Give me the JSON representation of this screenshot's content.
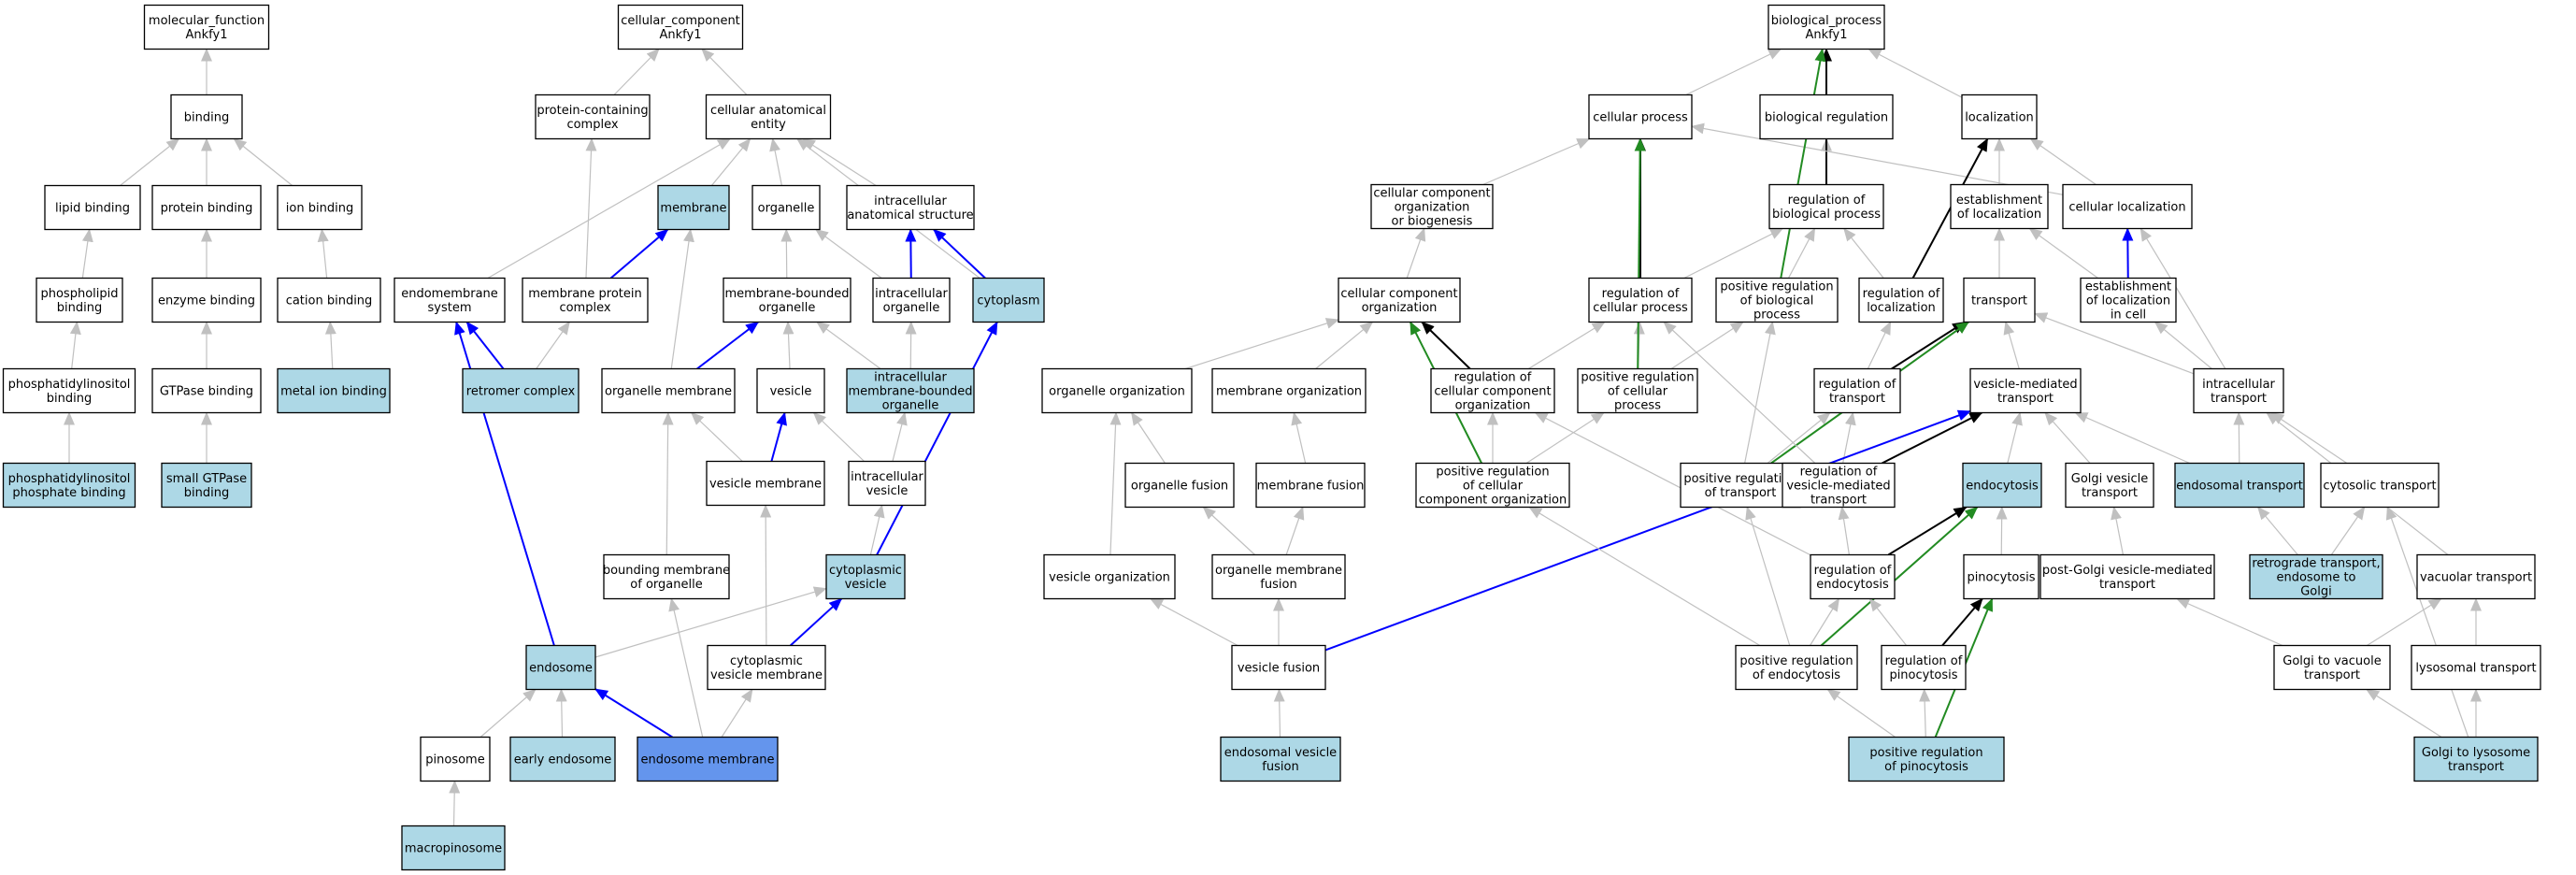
{
  "colors": {
    "white": "#ffffff",
    "light": "#add8e6",
    "dark": "#6495ed",
    "edge_gray": "#c0c0c0",
    "edge_black": "#000000",
    "edge_blue": "#0000ff",
    "edge_green": "#228b22"
  },
  "nodes": [
    {
      "id": "mf",
      "lines": [
        "molecular_function",
        "Ankfy1"
      ],
      "fill": "white"
    },
    {
      "id": "binding",
      "lines": [
        "binding"
      ],
      "fill": "white"
    },
    {
      "id": "lipid_binding",
      "lines": [
        "lipid binding"
      ],
      "fill": "white"
    },
    {
      "id": "protein_binding",
      "lines": [
        "protein binding"
      ],
      "fill": "white"
    },
    {
      "id": "ion_binding",
      "lines": [
        "ion binding"
      ],
      "fill": "white"
    },
    {
      "id": "phospholipid_binding",
      "lines": [
        "phospholipid",
        "binding"
      ],
      "fill": "white"
    },
    {
      "id": "enzyme_binding",
      "lines": [
        "enzyme binding"
      ],
      "fill": "white"
    },
    {
      "id": "cation_binding",
      "lines": [
        "cation binding"
      ],
      "fill": "white"
    },
    {
      "id": "ptdins_binding",
      "lines": [
        "phosphatidylinositol",
        "binding"
      ],
      "fill": "white"
    },
    {
      "id": "gtpase_binding",
      "lines": [
        "GTPase binding"
      ],
      "fill": "white"
    },
    {
      "id": "metal_ion_binding",
      "lines": [
        "metal ion binding"
      ],
      "fill": "light"
    },
    {
      "id": "ptdins_p_binding",
      "lines": [
        "phosphatidylinositol",
        "phosphate binding"
      ],
      "fill": "light"
    },
    {
      "id": "small_gtpase_binding",
      "lines": [
        "small GTPase",
        "binding"
      ],
      "fill": "light"
    },
    {
      "id": "cc",
      "lines": [
        "cellular_component",
        "Ankfy1"
      ],
      "fill": "white"
    },
    {
      "id": "protein_complex",
      "lines": [
        "protein-containing",
        "complex"
      ],
      "fill": "white"
    },
    {
      "id": "cae",
      "lines": [
        "cellular anatomical",
        "entity"
      ],
      "fill": "white"
    },
    {
      "id": "membrane",
      "lines": [
        "membrane"
      ],
      "fill": "light"
    },
    {
      "id": "organelle",
      "lines": [
        "organelle"
      ],
      "fill": "white"
    },
    {
      "id": "ias",
      "lines": [
        "intracellular",
        "anatomical structure"
      ],
      "fill": "white"
    },
    {
      "id": "endomembrane",
      "lines": [
        "endomembrane",
        "system"
      ],
      "fill": "white"
    },
    {
      "id": "mpc",
      "lines": [
        "membrane protein",
        "complex"
      ],
      "fill": "white"
    },
    {
      "id": "mbo",
      "lines": [
        "membrane-bounded",
        "organelle"
      ],
      "fill": "white"
    },
    {
      "id": "io",
      "lines": [
        "intracellular",
        "organelle"
      ],
      "fill": "white"
    },
    {
      "id": "cytoplasm",
      "lines": [
        "cytoplasm"
      ],
      "fill": "light"
    },
    {
      "id": "retromer",
      "lines": [
        "retromer complex"
      ],
      "fill": "light"
    },
    {
      "id": "org_membrane",
      "lines": [
        "organelle membrane"
      ],
      "fill": "white"
    },
    {
      "id": "vesicle",
      "lines": [
        "vesicle"
      ],
      "fill": "white"
    },
    {
      "id": "imbo",
      "lines": [
        "intracellular",
        "membrane-bounded",
        "organelle"
      ],
      "fill": "light"
    },
    {
      "id": "vesicle_membrane",
      "lines": [
        "vesicle membrane"
      ],
      "fill": "white"
    },
    {
      "id": "ic_vesicle",
      "lines": [
        "intracellular",
        "vesicle"
      ],
      "fill": "white"
    },
    {
      "id": "bounding_membrane",
      "lines": [
        "bounding membrane",
        "of organelle"
      ],
      "fill": "white"
    },
    {
      "id": "cyto_vesicle",
      "lines": [
        "cytoplasmic",
        "vesicle"
      ],
      "fill": "light"
    },
    {
      "id": "endosome",
      "lines": [
        "endosome"
      ],
      "fill": "light"
    },
    {
      "id": "cvm",
      "lines": [
        "cytoplasmic",
        "vesicle membrane"
      ],
      "fill": "white"
    },
    {
      "id": "pinosome",
      "lines": [
        "pinosome"
      ],
      "fill": "white"
    },
    {
      "id": "early_endosome",
      "lines": [
        "early endosome"
      ],
      "fill": "light"
    },
    {
      "id": "endosome_membrane",
      "lines": [
        "endosome membrane"
      ],
      "fill": "dark"
    },
    {
      "id": "macropinosome",
      "lines": [
        "macropinosome"
      ],
      "fill": "light"
    },
    {
      "id": "bp",
      "lines": [
        "biological_process",
        "Ankfy1"
      ],
      "fill": "white"
    },
    {
      "id": "cellular_process",
      "lines": [
        "cellular process"
      ],
      "fill": "white"
    },
    {
      "id": "bio_reg",
      "lines": [
        "biological regulation"
      ],
      "fill": "white"
    },
    {
      "id": "localization",
      "lines": [
        "localization"
      ],
      "fill": "white"
    },
    {
      "id": "cco_biogenesis",
      "lines": [
        "cellular component",
        "organization",
        "or biogenesis"
      ],
      "fill": "white"
    },
    {
      "id": "reg_bp",
      "lines": [
        "regulation of",
        "biological process"
      ],
      "fill": "white"
    },
    {
      "id": "est_loc",
      "lines": [
        "establishment",
        "of localization"
      ],
      "fill": "white"
    },
    {
      "id": "cell_loc",
      "lines": [
        "cellular localization"
      ],
      "fill": "white"
    },
    {
      "id": "cco",
      "lines": [
        "cellular component",
        "organization"
      ],
      "fill": "white"
    },
    {
      "id": "reg_cp",
      "lines": [
        "regulation of",
        "cellular process"
      ],
      "fill": "white"
    },
    {
      "id": "pos_reg_bp",
      "lines": [
        "positive regulation",
        "of biological",
        "process"
      ],
      "fill": "white"
    },
    {
      "id": "reg_loc",
      "lines": [
        "regulation of",
        "localization"
      ],
      "fill": "white"
    },
    {
      "id": "transport",
      "lines": [
        "transport"
      ],
      "fill": "white"
    },
    {
      "id": "est_loc_cell",
      "lines": [
        "establishment",
        "of localization",
        "in cell"
      ],
      "fill": "white"
    },
    {
      "id": "org_org",
      "lines": [
        "organelle organization"
      ],
      "fill": "white"
    },
    {
      "id": "mem_org",
      "lines": [
        "membrane organization"
      ],
      "fill": "white"
    },
    {
      "id": "reg_cco",
      "lines": [
        "regulation of",
        "cellular component",
        "organization"
      ],
      "fill": "white"
    },
    {
      "id": "pos_reg_cp",
      "lines": [
        "positive regulation",
        "of cellular",
        "process"
      ],
      "fill": "white"
    },
    {
      "id": "reg_transport",
      "lines": [
        "regulation of",
        "transport"
      ],
      "fill": "white"
    },
    {
      "id": "vmt",
      "lines": [
        "vesicle-mediated",
        "transport"
      ],
      "fill": "white"
    },
    {
      "id": "ic_transport",
      "lines": [
        "intracellular",
        "transport"
      ],
      "fill": "white"
    },
    {
      "id": "org_fusion",
      "lines": [
        "organelle fusion"
      ],
      "fill": "white"
    },
    {
      "id": "mem_fusion",
      "lines": [
        "membrane fusion"
      ],
      "fill": "white"
    },
    {
      "id": "pos_reg_cco",
      "lines": [
        "positive regulation",
        "of cellular",
        "component organization"
      ],
      "fill": "white"
    },
    {
      "id": "pos_reg_transport",
      "lines": [
        "positive regulation",
        "of transport"
      ],
      "fill": "white"
    },
    {
      "id": "reg_vmt",
      "lines": [
        "regulation of",
        "vesicle-mediated",
        "transport"
      ],
      "fill": "white"
    },
    {
      "id": "endocytosis",
      "lines": [
        "endocytosis"
      ],
      "fill": "light"
    },
    {
      "id": "golgi_vt",
      "lines": [
        "Golgi vesicle",
        "transport"
      ],
      "fill": "white"
    },
    {
      "id": "endosomal_transport",
      "lines": [
        "endosomal transport"
      ],
      "fill": "light"
    },
    {
      "id": "cytosolic_transport",
      "lines": [
        "cytosolic transport"
      ],
      "fill": "white"
    },
    {
      "id": "vesicle_org",
      "lines": [
        "vesicle organization"
      ],
      "fill": "white"
    },
    {
      "id": "org_mem_fusion",
      "lines": [
        "organelle membrane",
        "fusion"
      ],
      "fill": "white"
    },
    {
      "id": "reg_endocytosis",
      "lines": [
        "regulation of",
        "endocytosis"
      ],
      "fill": "white"
    },
    {
      "id": "pinocytosis",
      "lines": [
        "pinocytosis"
      ],
      "fill": "white"
    },
    {
      "id": "post_golgi",
      "lines": [
        "post-Golgi vesicle-mediated",
        "transport"
      ],
      "fill": "white"
    },
    {
      "id": "retrograde",
      "lines": [
        "retrograde transport,",
        "endosome to",
        "Golgi"
      ],
      "fill": "light"
    },
    {
      "id": "vacuolar_transport",
      "lines": [
        "vacuolar transport"
      ],
      "fill": "white"
    },
    {
      "id": "vesicle_fusion",
      "lines": [
        "vesicle fusion"
      ],
      "fill": "white"
    },
    {
      "id": "pos_reg_endocytosis",
      "lines": [
        "positive regulation",
        "of endocytosis"
      ],
      "fill": "white"
    },
    {
      "id": "reg_pinocytosis",
      "lines": [
        "regulation of",
        "pinocytosis"
      ],
      "fill": "white"
    },
    {
      "id": "golgi_vacuole",
      "lines": [
        "Golgi to vacuole",
        "transport"
      ],
      "fill": "white"
    },
    {
      "id": "lysosomal_transport",
      "lines": [
        "lysosomal transport"
      ],
      "fill": "white"
    },
    {
      "id": "endo_vesicle_fusion",
      "lines": [
        "endosomal vesicle",
        "fusion"
      ],
      "fill": "light"
    },
    {
      "id": "pos_reg_pinocytosis",
      "lines": [
        "positive regulation",
        "of pinocytosis"
      ],
      "fill": "light"
    },
    {
      "id": "golgi_lysosome",
      "lines": [
        "Golgi to lysosome",
        "transport"
      ],
      "fill": "light"
    }
  ],
  "edges": [
    [
      "binding",
      "mf",
      "gray"
    ],
    [
      "lipid_binding",
      "binding",
      "gray"
    ],
    [
      "protein_binding",
      "binding",
      "gray"
    ],
    [
      "ion_binding",
      "binding",
      "gray"
    ],
    [
      "phospholipid_binding",
      "lipid_binding",
      "gray"
    ],
    [
      "enzyme_binding",
      "protein_binding",
      "gray"
    ],
    [
      "cation_binding",
      "ion_binding",
      "gray"
    ],
    [
      "ptdins_binding",
      "phospholipid_binding",
      "gray"
    ],
    [
      "gtpase_binding",
      "enzyme_binding",
      "gray"
    ],
    [
      "metal_ion_binding",
      "cation_binding",
      "gray"
    ],
    [
      "ptdins_p_binding",
      "ptdins_binding",
      "gray"
    ],
    [
      "small_gtpase_binding",
      "gtpase_binding",
      "gray"
    ],
    [
      "protein_complex",
      "cc",
      "gray"
    ],
    [
      "cae",
      "cc",
      "gray"
    ],
    [
      "membrane",
      "cae",
      "gray"
    ],
    [
      "organelle",
      "cae",
      "gray"
    ],
    [
      "ias",
      "cae",
      "gray"
    ],
    [
      "endomembrane",
      "cae",
      "gray"
    ],
    [
      "cytoplasm",
      "cae",
      "gray"
    ],
    [
      "mpc",
      "protein_complex",
      "gray"
    ],
    [
      "mpc",
      "membrane",
      "blue"
    ],
    [
      "mbo",
      "organelle",
      "gray"
    ],
    [
      "io",
      "organelle",
      "gray"
    ],
    [
      "io",
      "ias",
      "blue"
    ],
    [
      "cytoplasm",
      "ias",
      "blue"
    ],
    [
      "retromer",
      "endomembrane",
      "blue"
    ],
    [
      "retromer",
      "mpc",
      "gray"
    ],
    [
      "org_membrane",
      "membrane",
      "gray"
    ],
    [
      "org_membrane",
      "mbo",
      "blue"
    ],
    [
      "vesicle",
      "mbo",
      "gray"
    ],
    [
      "imbo",
      "mbo",
      "gray"
    ],
    [
      "imbo",
      "io",
      "gray"
    ],
    [
      "vesicle_membrane",
      "org_membrane",
      "gray"
    ],
    [
      "vesicle_membrane",
      "vesicle",
      "blue"
    ],
    [
      "ic_vesicle",
      "vesicle",
      "gray"
    ],
    [
      "ic_vesicle",
      "imbo",
      "gray"
    ],
    [
      "bounding_membrane",
      "org_membrane",
      "gray"
    ],
    [
      "cyto_vesicle",
      "ic_vesicle",
      "gray"
    ],
    [
      "cyto_vesicle",
      "cytoplasm",
      "blue"
    ],
    [
      "endosome",
      "endomembrane",
      "blue"
    ],
    [
      "endosome",
      "cyto_vesicle",
      "gray"
    ],
    [
      "cvm",
      "vesicle_membrane",
      "gray"
    ],
    [
      "cvm",
      "cyto_vesicle",
      "blue"
    ],
    [
      "pinosome",
      "endosome",
      "gray"
    ],
    [
      "early_endosome",
      "endosome",
      "gray"
    ],
    [
      "endosome_membrane",
      "endosome",
      "blue"
    ],
    [
      "endosome_membrane",
      "bounding_membrane",
      "gray"
    ],
    [
      "endosome_membrane",
      "cvm",
      "gray"
    ],
    [
      "macropinosome",
      "pinosome",
      "gray"
    ],
    [
      "cellular_process",
      "bp",
      "gray"
    ],
    [
      "bio_reg",
      "bp",
      "gray"
    ],
    [
      "localization",
      "bp",
      "gray"
    ],
    [
      "cco_biogenesis",
      "cellular_process",
      "gray"
    ],
    [
      "reg_bp",
      "bio_reg",
      "gray"
    ],
    [
      "reg_bp",
      "bp",
      "black"
    ],
    [
      "est_loc",
      "localization",
      "gray"
    ],
    [
      "cell_loc",
      "localization",
      "gray"
    ],
    [
      "cell_loc",
      "cellular_process",
      "gray"
    ],
    [
      "cco",
      "cco_biogenesis",
      "gray"
    ],
    [
      "reg_cp",
      "reg_bp",
      "gray"
    ],
    [
      "reg_cp",
      "cellular_process",
      "black"
    ],
    [
      "pos_reg_bp",
      "reg_bp",
      "gray"
    ],
    [
      "pos_reg_bp",
      "bp",
      "green"
    ],
    [
      "reg_loc",
      "reg_bp",
      "gray"
    ],
    [
      "reg_loc",
      "localization",
      "black"
    ],
    [
      "transport",
      "est_loc",
      "gray"
    ],
    [
      "est_loc_cell",
      "est_loc",
      "gray"
    ],
    [
      "est_loc_cell",
      "cell_loc",
      "blue"
    ],
    [
      "org_org",
      "cco",
      "gray"
    ],
    [
      "mem_org",
      "cco",
      "gray"
    ],
    [
      "reg_cco",
      "reg_cp",
      "gray"
    ],
    [
      "reg_cco",
      "cco",
      "black"
    ],
    [
      "pos_reg_cp",
      "reg_cp",
      "gray"
    ],
    [
      "pos_reg_cp",
      "pos_reg_bp",
      "gray"
    ],
    [
      "pos_reg_cp",
      "cellular_process",
      "green"
    ],
    [
      "reg_transport",
      "reg_loc",
      "gray"
    ],
    [
      "reg_transport",
      "transport",
      "black"
    ],
    [
      "vmt",
      "transport",
      "gray"
    ],
    [
      "ic_transport",
      "transport",
      "gray"
    ],
    [
      "ic_transport",
      "est_loc_cell",
      "gray"
    ],
    [
      "ic_transport",
      "cell_loc",
      "gray"
    ],
    [
      "org_fusion",
      "org_org",
      "gray"
    ],
    [
      "mem_fusion",
      "mem_org",
      "gray"
    ],
    [
      "pos_reg_cco",
      "reg_cco",
      "gray"
    ],
    [
      "pos_reg_cco",
      "pos_reg_cp",
      "gray"
    ],
    [
      "pos_reg_cco",
      "cco",
      "green"
    ],
    [
      "pos_reg_transport",
      "reg_transport",
      "gray"
    ],
    [
      "pos_reg_transport",
      "pos_reg_bp",
      "gray"
    ],
    [
      "pos_reg_transport",
      "transport",
      "green"
    ],
    [
      "reg_vmt",
      "reg_transport",
      "gray"
    ],
    [
      "reg_vmt",
      "reg_cp",
      "gray"
    ],
    [
      "reg_vmt",
      "vmt",
      "black"
    ],
    [
      "endocytosis",
      "vmt",
      "gray"
    ],
    [
      "golgi_vt",
      "vmt",
      "gray"
    ],
    [
      "endosomal_transport",
      "vmt",
      "gray"
    ],
    [
      "endosomal_transport",
      "ic_transport",
      "gray"
    ],
    [
      "cytosolic_transport",
      "ic_transport",
      "gray"
    ],
    [
      "vesicle_org",
      "org_org",
      "gray"
    ],
    [
      "org_mem_fusion",
      "org_fusion",
      "gray"
    ],
    [
      "org_mem_fusion",
      "mem_fusion",
      "gray"
    ],
    [
      "reg_endocytosis",
      "reg_vmt",
      "gray"
    ],
    [
      "reg_endocytosis",
      "reg_cco",
      "gray"
    ],
    [
      "reg_endocytosis",
      "endocytosis",
      "black"
    ],
    [
      "pinocytosis",
      "endocytosis",
      "gray"
    ],
    [
      "post_golgi",
      "golgi_vt",
      "gray"
    ],
    [
      "retrograde",
      "endosomal_transport",
      "gray"
    ],
    [
      "retrograde",
      "cytosolic_transport",
      "gray"
    ],
    [
      "vacuolar_transport",
      "ic_transport",
      "gray"
    ],
    [
      "vesicle_fusion",
      "vesicle_org",
      "gray"
    ],
    [
      "vesicle_fusion",
      "org_mem_fusion",
      "gray"
    ],
    [
      "vesicle_fusion",
      "vmt",
      "blue"
    ],
    [
      "pos_reg_endocytosis",
      "reg_endocytosis",
      "gray"
    ],
    [
      "pos_reg_endocytosis",
      "pos_reg_transport",
      "gray"
    ],
    [
      "pos_reg_endocytosis",
      "pos_reg_cco",
      "gray"
    ],
    [
      "pos_reg_endocytosis",
      "endocytosis",
      "green"
    ],
    [
      "reg_pinocytosis",
      "reg_endocytosis",
      "gray"
    ],
    [
      "reg_pinocytosis",
      "pinocytosis",
      "black"
    ],
    [
      "golgi_vacuole",
      "post_golgi",
      "gray"
    ],
    [
      "golgi_vacuole",
      "vacuolar_transport",
      "gray"
    ],
    [
      "lysosomal_transport",
      "vacuolar_transport",
      "gray"
    ],
    [
      "endo_vesicle_fusion",
      "vesicle_fusion",
      "gray"
    ],
    [
      "pos_reg_pinocytosis",
      "reg_pinocytosis",
      "gray"
    ],
    [
      "pos_reg_pinocytosis",
      "pos_reg_endocytosis",
      "gray"
    ],
    [
      "pos_reg_pinocytosis",
      "pinocytosis",
      "green"
    ],
    [
      "golgi_lysosome",
      "golgi_vacuole",
      "gray"
    ],
    [
      "golgi_lysosome",
      "lysosomal_transport",
      "gray"
    ],
    [
      "golgi_lysosome",
      "cytosolic_transport",
      "gray"
    ]
  ]
}
